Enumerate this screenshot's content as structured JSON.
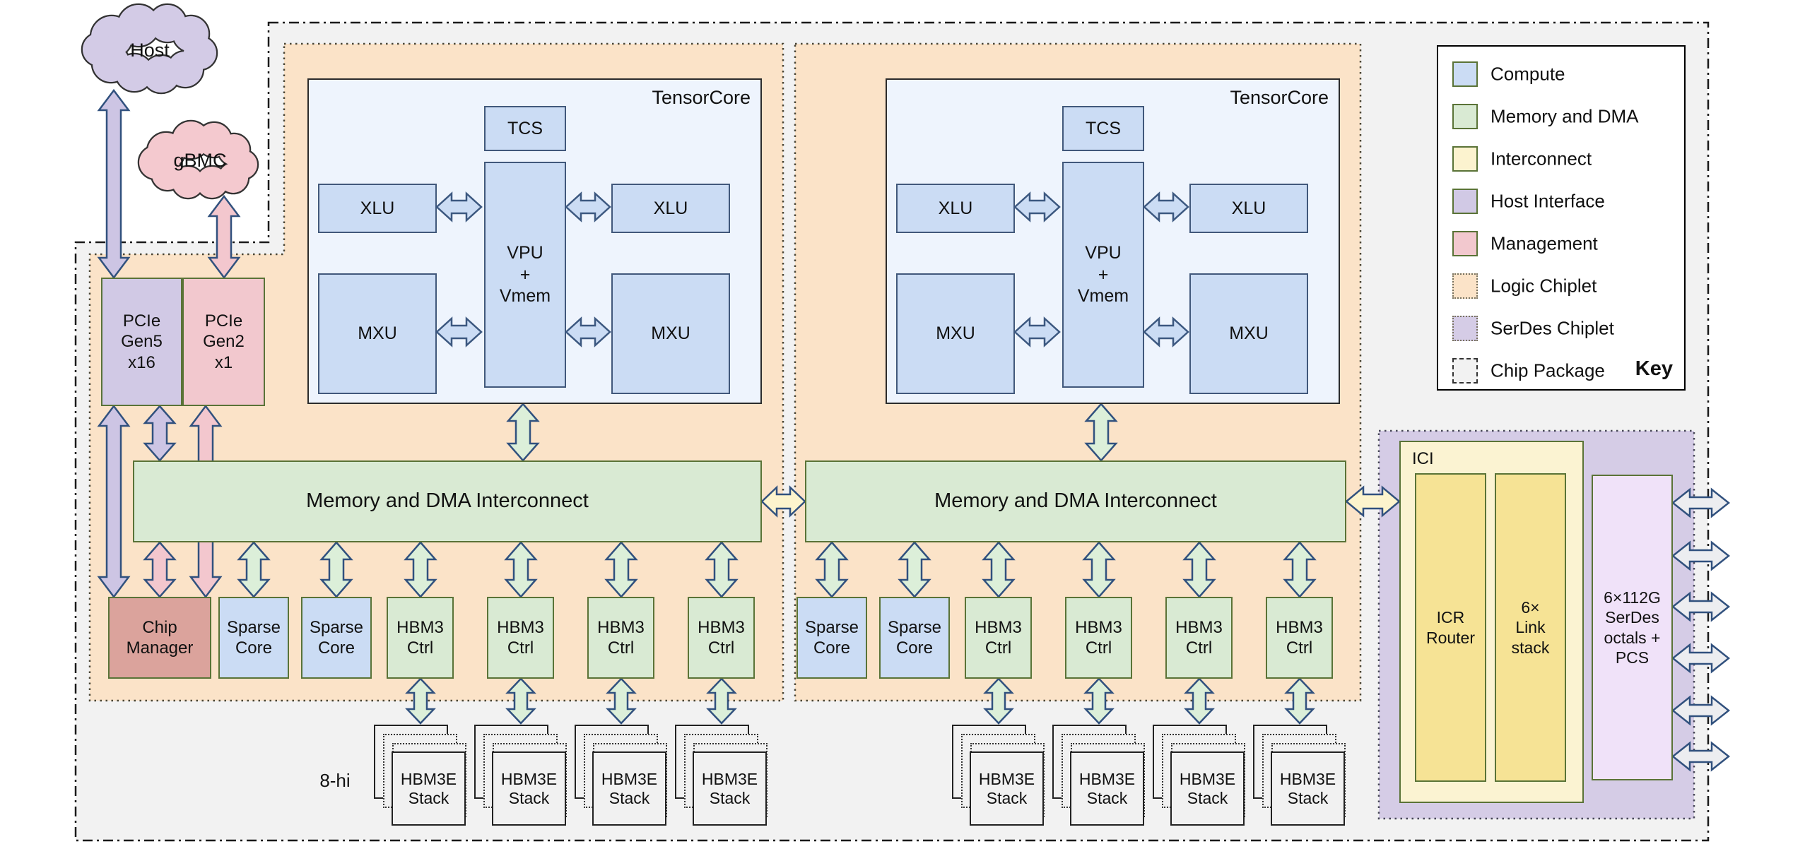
{
  "clouds": {
    "host": "Host",
    "gbmc": "gBMC"
  },
  "host_interface": {
    "pcie_gen5": "PCIe\nGen5\nx16",
    "pcie_gen2": "PCIe\nGen2\nx1"
  },
  "tensorcore": {
    "title": "TensorCore",
    "tcs": "TCS",
    "xlu": "XLU",
    "mxu": "MXU",
    "vpu": "VPU\n+\nVmem"
  },
  "interconnect_label": "Memory and DMA Interconnect",
  "row": {
    "chip_manager": "Chip\nManager",
    "sparse_core": "Sparse\nCore",
    "hbm3_ctrl": "HBM3\nCtrl"
  },
  "memory": {
    "stack_label": "HBM3E\nStack",
    "stack_height": "8-hi"
  },
  "ici": {
    "title": "ICI",
    "icr_router": "ICR\nRouter",
    "link_stack": "6×\nLink\nstack"
  },
  "serdes": {
    "octals": "6×112G\nSerDes\noctals +\nPCS"
  },
  "key": {
    "title": "Key",
    "items": [
      {
        "label": "Compute",
        "color": "#cbdcf4"
      },
      {
        "label": "Memory and DMA",
        "color": "#d9ead3"
      },
      {
        "label": "Interconnect",
        "color": "#fcf3cf"
      },
      {
        "label": "Host Interface",
        "color": "#d1c9e5"
      },
      {
        "label": "Management",
        "color": "#f2c8ce"
      },
      {
        "label": "Logic Chiplet",
        "color": "#fbe3c8"
      },
      {
        "label": "SerDes Chiplet",
        "color": "#d5cce6"
      },
      {
        "label": "Chip Package",
        "color": "#f2f2f2"
      }
    ]
  },
  "colors": {
    "compute": "#cbdcf4",
    "memory_dma": "#d9ead3",
    "interconnect": "#f6e395",
    "host_interface": "#d1c9e5",
    "management": "#f2c8ce",
    "logic_chiplet": "#fbe3c8",
    "serdes_chiplet": "#d5cce6",
    "chip_package": "#f2f2f2",
    "chip_manager": "#dba39c",
    "serdes_octals": "#f0e2f9",
    "tensorcore_bg": "#eef4fd",
    "arrow_outline": "#31517e"
  }
}
